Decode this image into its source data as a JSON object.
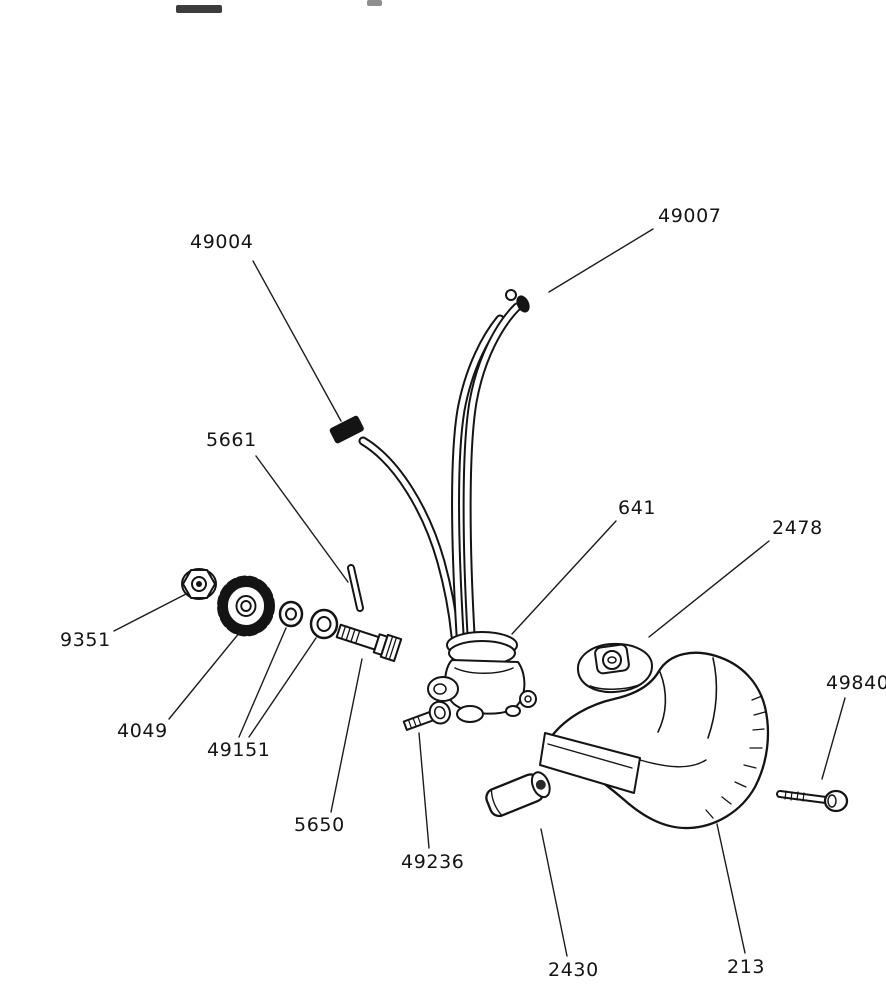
{
  "diagram": {
    "background_color": "#ffffff",
    "ink_color": "#141414",
    "labels": [
      {
        "text": "49004"
      },
      {
        "text": "49007"
      },
      {
        "text": "5661"
      },
      {
        "text": "641"
      },
      {
        "text": "2478"
      },
      {
        "text": "9351"
      },
      {
        "text": "4049"
      },
      {
        "text": "49151"
      },
      {
        "text": "5650"
      },
      {
        "text": "49236"
      },
      {
        "text": "2430"
      },
      {
        "text": "213"
      },
      {
        "text": "49840"
      }
    ]
  }
}
